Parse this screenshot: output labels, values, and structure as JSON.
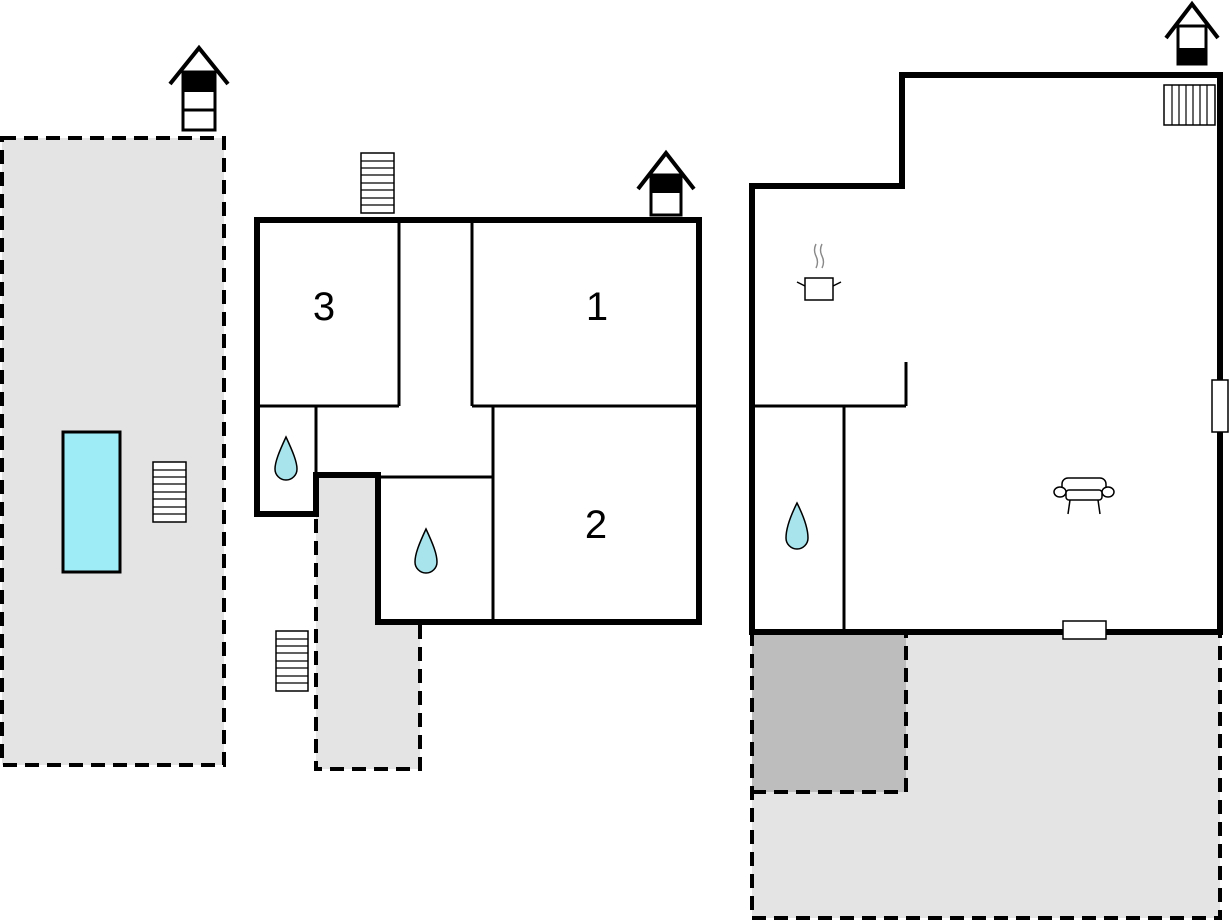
{
  "colors": {
    "terrace_fill": "#e4e4e4",
    "dark_terrace_fill": "#bdbdbd",
    "water": "#a8e4ec",
    "pool": "#9eecf5",
    "wall": "#000000",
    "background": "#ffffff"
  },
  "rooms": {
    "bedroom_1": "1",
    "bedroom_2": "2",
    "bedroom_3": "3"
  },
  "icons": {
    "entrance": "entrance-icon",
    "stairs": "stairs-icon",
    "bathroom": "water-drop-icon",
    "kitchen": "cooking-pot-icon",
    "living": "armchair-icon",
    "pool": "pool-icon"
  }
}
